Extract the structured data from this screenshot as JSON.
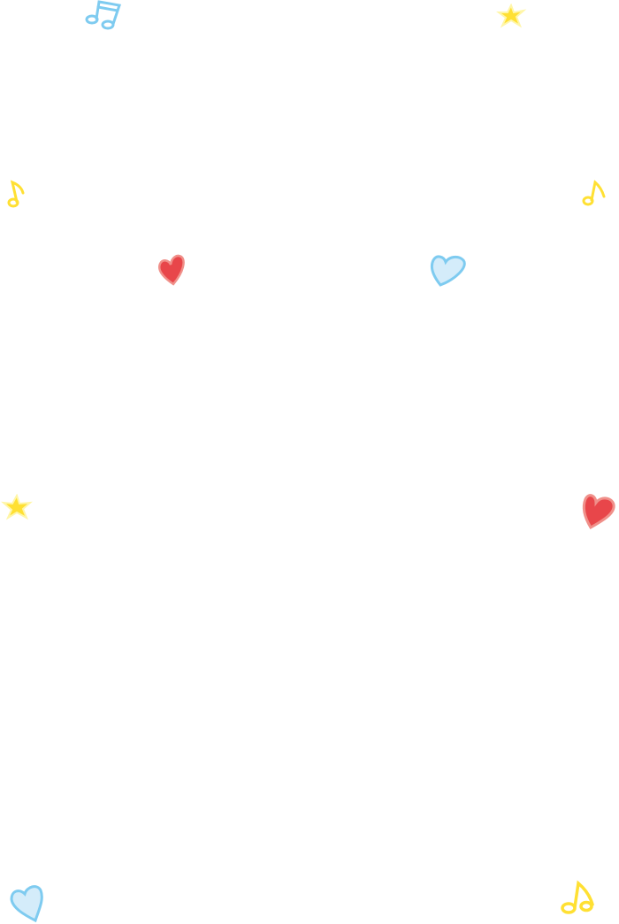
{
  "colors": {
    "background": "#ffffff",
    "blue": "#7ecbf0",
    "blue_fill": "#d4ecfa",
    "yellow": "#ffe033",
    "red": "#e8464a",
    "red_edge": "#f0908a"
  },
  "decorations": [
    {
      "icon": "beamed-notes-icon",
      "color": "blue"
    },
    {
      "icon": "star-icon",
      "color": "yellow"
    },
    {
      "icon": "music-note-icon",
      "color": "yellow"
    },
    {
      "icon": "music-note-icon",
      "color": "yellow"
    },
    {
      "icon": "heart-icon",
      "color": "red"
    },
    {
      "icon": "heart-outline-icon",
      "color": "blue"
    },
    {
      "icon": "star-icon",
      "color": "yellow"
    },
    {
      "icon": "heart-icon",
      "color": "red"
    },
    {
      "icon": "heart-outline-icon",
      "color": "blue"
    },
    {
      "icon": "music-note-icon",
      "color": "yellow"
    }
  ]
}
